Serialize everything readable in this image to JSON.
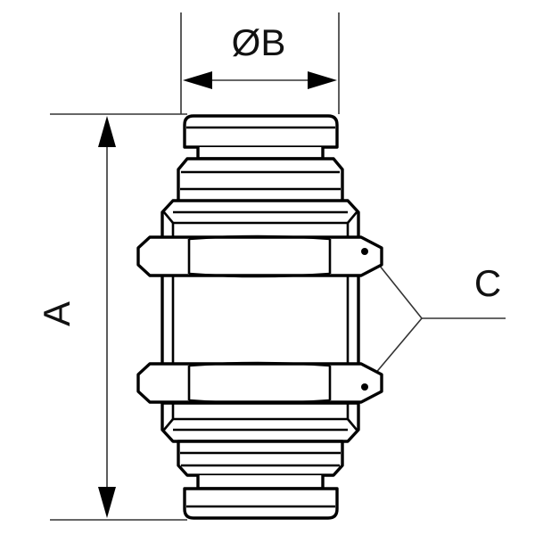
{
  "diagram": {
    "type": "technical-drawing",
    "subject": "bulkhead push-in fitting with two hex lock nuts",
    "labels": {
      "diameter": "ØB",
      "length": "A",
      "nut": "C"
    },
    "colors": {
      "line": "#000000",
      "dimension_line": "#333333",
      "background": "#ffffff"
    }
  }
}
